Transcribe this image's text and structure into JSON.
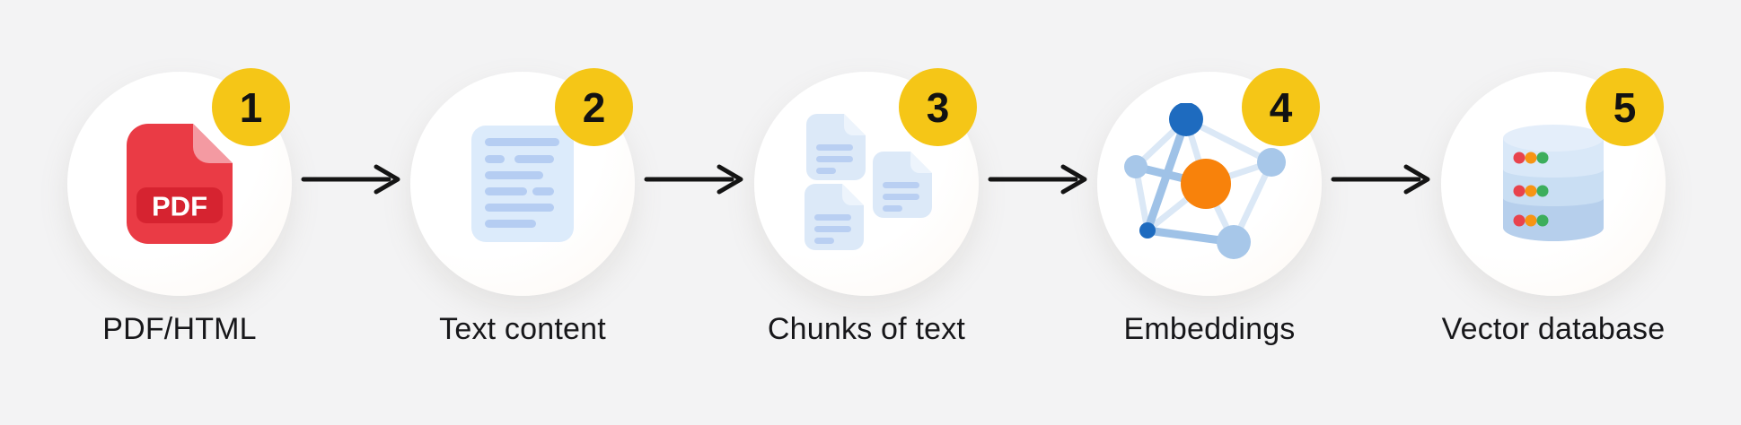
{
  "diagram": {
    "type": "pipeline-flow",
    "steps": [
      {
        "number": "1",
        "label": "PDF/HTML",
        "icon": "pdf-file-icon"
      },
      {
        "number": "2",
        "label": "Text content",
        "icon": "text-document-icon"
      },
      {
        "number": "3",
        "label": "Chunks of text",
        "icon": "text-chunks-icon"
      },
      {
        "number": "4",
        "label": "Embeddings",
        "icon": "embeddings-graph-icon"
      },
      {
        "number": "5",
        "label": "Vector database",
        "icon": "vector-database-icon"
      }
    ],
    "pdf_badge_text": "PDF",
    "colors": {
      "background": "#F3F3F4",
      "step_circle": "#FFFFFF",
      "badge_yellow": "#F5C617",
      "badge_number_text": "#121212",
      "label_text": "#17171A",
      "arrow_black": "#141414",
      "pdf_red": "#EA3B45",
      "pdf_fold_pink": "#F49AA2",
      "pdf_label_red": "#D62330",
      "doc_blue_light": "#DCEBFB",
      "doc_fold_blue": "#EDF4FC",
      "doc_line_blue": "#B5CDF2",
      "node_dark_blue": "#1E6BBF",
      "node_orange": "#F8820B",
      "node_light_blue": "#A7C7E9",
      "edge_light_blue": "#DBE8F6",
      "edge_medium_blue": "#9FC2E7",
      "db_band_top": "#D9E8F8",
      "db_band_mid": "#C9DEF3",
      "db_band_bottom": "#B6CFEC",
      "db_dot_red": "#E8434D",
      "db_dot_orange": "#F79413",
      "db_dot_green": "#3CAE5C"
    }
  }
}
